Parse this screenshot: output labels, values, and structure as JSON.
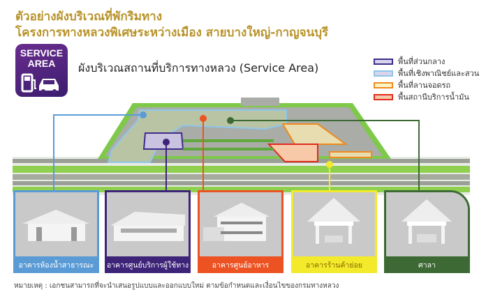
{
  "header": {
    "title_line1": "ตัวอย่างผังบริเวณที่พักริมทาง",
    "title_line2": "โครงการทางหลวงพิเศษระหว่างเมือง สายบางใหญ่-กาญจนบุรี",
    "subtitle": "ผังบริเวณสถานที่บริการทางหลวง (Service Area)"
  },
  "logo": {
    "line1": "SERVICE",
    "line2": "AREA",
    "icon": "fuel-car-icon"
  },
  "legend": [
    {
      "label": "พื้นที่ส่วนกลาง",
      "fill": "#d9d3ec",
      "border": "#3d2c8d"
    },
    {
      "label": "พื้นที่เชิงพาณิชย์และสวน",
      "fill": "#d9d3ec",
      "border": "#8ec6ea"
    },
    {
      "label": "พื้นที่ลานจอดรถ",
      "fill": "#fdf6c6",
      "border": "#f08a1c"
    },
    {
      "label": "พื้นสถานีบริการน้ำมัน",
      "fill": "#f7c9a8",
      "border": "#e02a1e"
    }
  ],
  "buildings": [
    {
      "label": "อาคารห้องน้ำสาธารณะ",
      "color": "#5b9bd5"
    },
    {
      "label": "อาคารศูนย์บริการผู้ใช้ทาง",
      "color": "#3d2479"
    },
    {
      "label": "อาคารศูนย์อาหาร",
      "color": "#ec5222"
    },
    {
      "label": "อาคารร้านค้าย่อย",
      "color": "#f3ea2c",
      "text_color": "#8a6a00"
    },
    {
      "label": "ศาลา",
      "color": "#3d6a34"
    }
  ],
  "note": "หมายเหตุ : เอกชนสามารถที่จะนำเสนอรูปแบบและออกแบบใหม่ ตามข้อกำหนดและเงื่อนไขของกรมทางหลวง"
}
